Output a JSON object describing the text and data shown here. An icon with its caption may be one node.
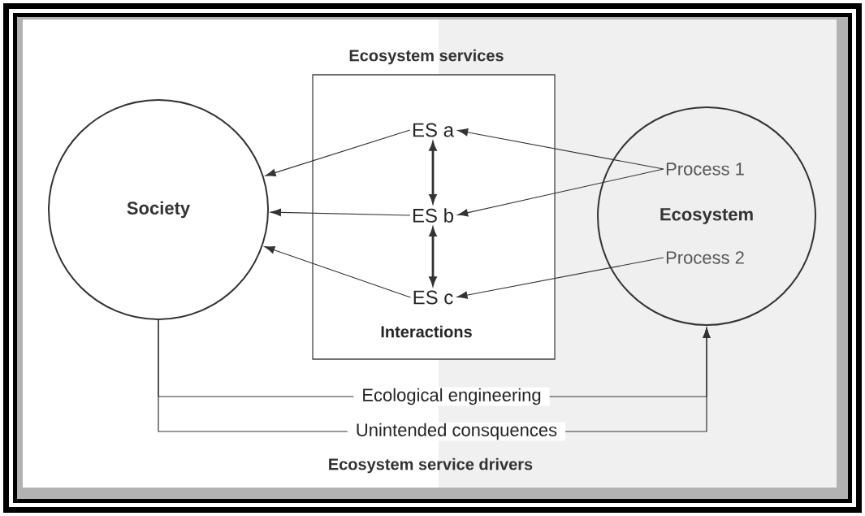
{
  "diagram": {
    "nodes": [
      {
        "text": [
          "Society"
        ]
      },
      {
        "text": [
          "Ecosystem services",
          "Interactions"
        ]
      },
      {
        "text": [
          "ES a"
        ],
        "in": 1
      },
      {
        "text": [
          "ES b"
        ],
        "in": 1
      },
      {
        "text": [
          "ES c"
        ],
        "in": 1
      },
      {
        "text": [
          "Ecosystem"
        ]
      },
      {
        "text": [
          "Process 1"
        ],
        "in": 5
      },
      {
        "text": [
          "Process 2"
        ],
        "in": 5
      }
    ],
    "edges": [
      {
        "from": 2,
        "to": 0,
        "arrow": "to"
      },
      {
        "from": 3,
        "to": 0,
        "arrow": "to"
      },
      {
        "from": 4,
        "to": 0,
        "arrow": "to"
      },
      {
        "from": 2,
        "to": 3,
        "arrow": "both",
        "style": "thick"
      },
      {
        "from": 3,
        "to": 4,
        "arrow": "both",
        "style": "thick"
      },
      {
        "from": 6,
        "to": 2,
        "arrow": "to"
      },
      {
        "from": 6,
        "to": 3,
        "arrow": "to"
      },
      {
        "from": 7,
        "to": 4,
        "arrow": "to"
      },
      {
        "from": 0,
        "to": 5,
        "arrow": "to",
        "label": "Ecological engineering"
      },
      {
        "from": 0,
        "to": 5,
        "arrow": "to",
        "label": "Unintended consquences"
      }
    ],
    "labels": [
      "Ecosystem service drivers"
    ]
  }
}
